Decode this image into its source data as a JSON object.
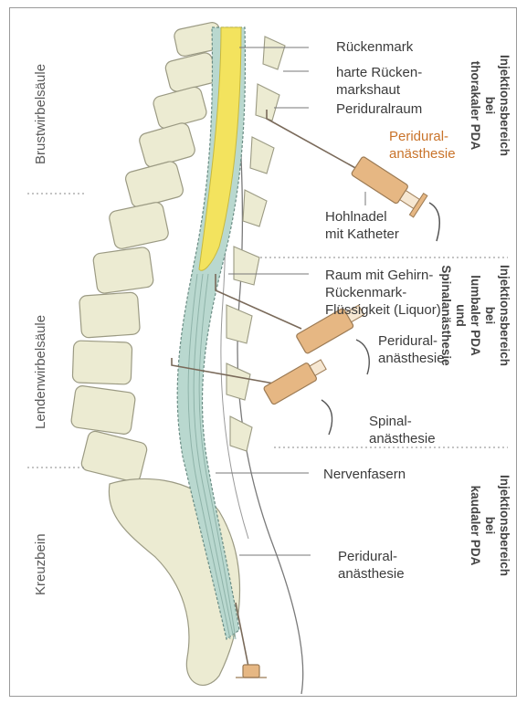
{
  "colors": {
    "spinal_cord": "#f3e35e",
    "liquor": "#b9d8cf",
    "bone": "#ecebd2",
    "bone_stroke": "#9b9a83",
    "syringe": "#e6b783",
    "label_orange": "#c9732a"
  },
  "regions": {
    "thoracic": "Brustwirbelsäule",
    "lumbar": "Lendenwirbelsäule",
    "sacrum": "Kreuzbein"
  },
  "injection_areas": {
    "thoracic": "Injektionsbereich bei\nthorakaler PDA",
    "lumbar": "Injektionsbereich bei\nlumbaler PDA und\nSpinalanästhesie",
    "caudal": "Injektionsbereich bei\nkaudaler PDA"
  },
  "labels": {
    "rueckenmark": "Rückenmark",
    "harte_rueckenmarkshaut": "harte Rücken-\nmarkshaut",
    "periduralraum": "Periduralraum",
    "periduralanaesthesie_1": "Peridural-\nanästhesie",
    "hohlnadel": "Hohlnadel\nmit Katheter",
    "liquorraum": "Raum mit Gehirn-\nRückenmark-\nFlüssigkeit (Liquor)",
    "periduralanaesthesie_2": "Peridural-\nanästhesie",
    "spinalanaesthesie": "Spinal-\nanästhesie",
    "nervenfasern": "Nervenfasern",
    "periduralanaesthesie_3": "Peridural-\nanästhesie"
  }
}
